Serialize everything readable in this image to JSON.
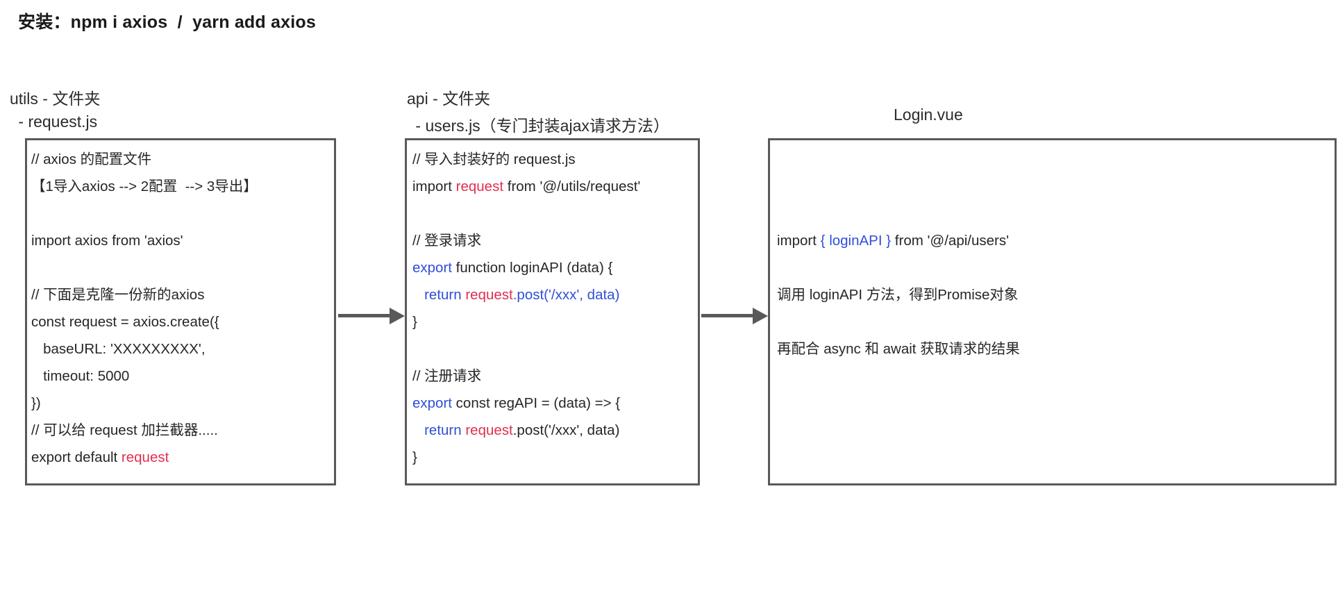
{
  "header": {
    "title": "安装：npm i axios  /  yarn add axios"
  },
  "columns": [
    {
      "id": "utils",
      "heading": "utils - 文件夹",
      "subheading": " - request.js",
      "lines": [
        {
          "segments": [
            {
              "text": "// axios 的配置文件",
              "color": "dark"
            }
          ]
        },
        {
          "segments": [
            {
              "text": "【1导入axios --> 2配置  --> 3导出】",
              "color": "dark"
            }
          ]
        },
        {
          "segments": [
            {
              "text": "",
              "color": "dark"
            }
          ]
        },
        {
          "segments": [
            {
              "text": "import axios from 'axios'",
              "color": "dark"
            }
          ]
        },
        {
          "segments": [
            {
              "text": "",
              "color": "dark"
            }
          ]
        },
        {
          "segments": [
            {
              "text": "// 下面是克隆一份新的axios",
              "color": "dark"
            }
          ]
        },
        {
          "segments": [
            {
              "text": "const request = axios.create({",
              "color": "dark"
            }
          ]
        },
        {
          "segments": [
            {
              "text": "   baseURL: 'XXXXXXXXX',",
              "color": "dark"
            }
          ]
        },
        {
          "segments": [
            {
              "text": "   timeout: 5000",
              "color": "dark"
            }
          ]
        },
        {
          "segments": [
            {
              "text": "})",
              "color": "dark"
            }
          ]
        },
        {
          "segments": [
            {
              "text": "// 可以给 request 加拦截器.....",
              "color": "dark"
            }
          ]
        },
        {
          "segments": [
            {
              "text": "export default ",
              "color": "dark"
            },
            {
              "text": "request",
              "color": "red"
            }
          ]
        }
      ]
    },
    {
      "id": "api",
      "heading": "api - 文件夹",
      "subheading": " - users.js（专门封装ajax请求方法）",
      "lines": [
        {
          "segments": [
            {
              "text": "// 导入封装好的 request.js",
              "color": "dark"
            }
          ]
        },
        {
          "segments": [
            {
              "text": "import ",
              "color": "dark"
            },
            {
              "text": "request",
              "color": "red"
            },
            {
              "text": " from '@/utils/request'",
              "color": "dark"
            }
          ]
        },
        {
          "segments": [
            {
              "text": "",
              "color": "dark"
            }
          ]
        },
        {
          "segments": [
            {
              "text": "// 登录请求",
              "color": "dark"
            }
          ]
        },
        {
          "segments": [
            {
              "text": "export",
              "color": "blue"
            },
            {
              "text": " function loginAPI (data) {",
              "color": "dark"
            }
          ]
        },
        {
          "segments": [
            {
              "text": "   return ",
              "color": "blue"
            },
            {
              "text": "request",
              "color": "red"
            },
            {
              "text": ".post('/xxx', data)",
              "color": "blue"
            }
          ]
        },
        {
          "segments": [
            {
              "text": "}",
              "color": "dark"
            }
          ]
        },
        {
          "segments": [
            {
              "text": "",
              "color": "dark"
            }
          ]
        },
        {
          "segments": [
            {
              "text": "// 注册请求",
              "color": "dark"
            }
          ]
        },
        {
          "segments": [
            {
              "text": "export",
              "color": "blue"
            },
            {
              "text": " const regAPI = (data) => {",
              "color": "dark"
            }
          ]
        },
        {
          "segments": [
            {
              "text": "   return ",
              "color": "blue"
            },
            {
              "text": "request",
              "color": "red"
            },
            {
              "text": ".post('/xxx', data)",
              "color": "dark"
            }
          ]
        },
        {
          "segments": [
            {
              "text": "}",
              "color": "dark"
            }
          ]
        }
      ]
    },
    {
      "id": "login",
      "heading": "Login.vue",
      "subheading": "",
      "lines": [
        {
          "segments": [
            {
              "text": "",
              "color": "dark"
            }
          ]
        },
        {
          "segments": [
            {
              "text": "",
              "color": "dark"
            }
          ]
        },
        {
          "segments": [
            {
              "text": "",
              "color": "dark"
            }
          ]
        },
        {
          "segments": [
            {
              "text": "import ",
              "color": "dark"
            },
            {
              "text": "{ loginAPI }",
              "color": "blue"
            },
            {
              "text": " from '@/api/users'",
              "color": "dark"
            }
          ]
        },
        {
          "segments": [
            {
              "text": "",
              "color": "dark"
            }
          ]
        },
        {
          "segments": [
            {
              "text": "调用 loginAPI 方法，得到Promise对象",
              "color": "dark"
            }
          ]
        },
        {
          "segments": [
            {
              "text": "",
              "color": "dark"
            }
          ]
        },
        {
          "segments": [
            {
              "text": "再配合 async 和 await 获取请求的结果",
              "color": "dark"
            }
          ]
        }
      ]
    }
  ],
  "arrows": [
    {
      "id": "arrow-utils-to-api",
      "label": ""
    },
    {
      "id": "arrow-api-to-login",
      "label": ""
    }
  ],
  "colors": {
    "text": "#262626",
    "keyword_blue": "#2f4fd8",
    "identifier_red": "#e03050",
    "box_border": "#595959",
    "arrow": "#595959",
    "background": "#ffffff"
  }
}
